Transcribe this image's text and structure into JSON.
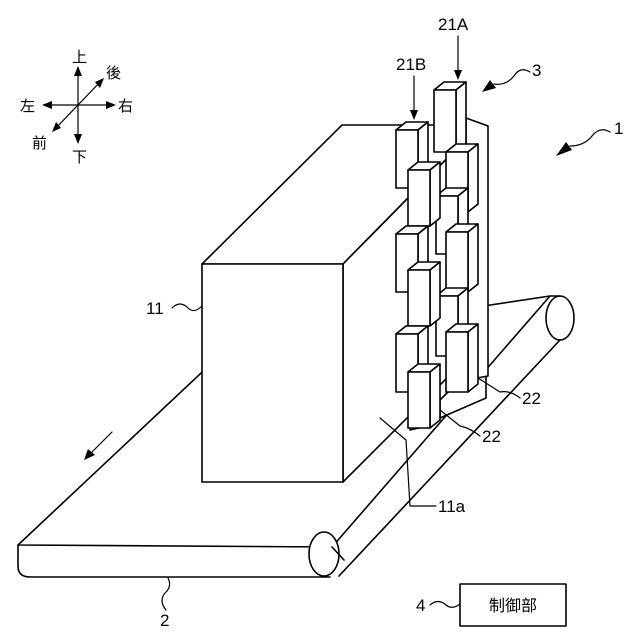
{
  "directions": {
    "up": "上",
    "down": "下",
    "left": "左",
    "right": "右",
    "front": "前",
    "back": "後"
  },
  "labels": {
    "system": "1",
    "conveyor": "2",
    "grip_unit": "3",
    "controller_ref": "4",
    "object": "11",
    "object_face": "11a",
    "suction_a": "21A",
    "suction_b": "21B",
    "rail_upper": "22",
    "rail_lower": "22"
  },
  "controller": {
    "label": "制御部"
  }
}
